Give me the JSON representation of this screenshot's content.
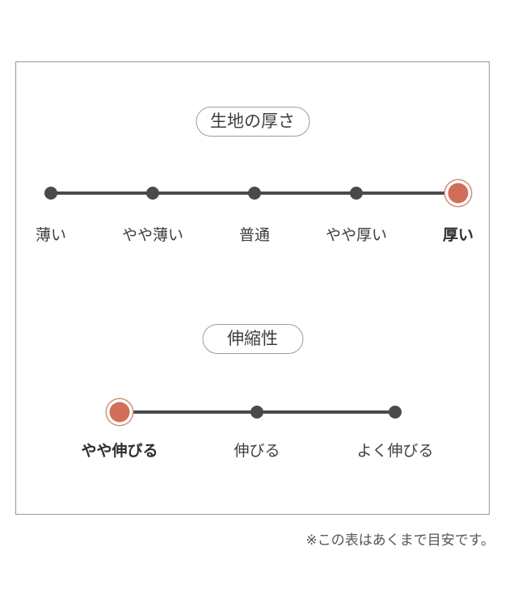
{
  "note": "※この表はあくまで目安です。",
  "colors": {
    "accent_dot": "#d26e58",
    "accent_ring": "#cf8f7c",
    "inactive_dot": "#4a4a4a",
    "line": "#4a4a4a",
    "text": "#3e3e3e",
    "panel_border": "#979797",
    "pill_border": "#9c9c9c",
    "note_text": "#565656"
  },
  "sections": [
    {
      "title": "生地の厚さ",
      "options": [
        {
          "label": "薄い",
          "selected": false
        },
        {
          "label": "やや薄い",
          "selected": false
        },
        {
          "label": "普通",
          "selected": false
        },
        {
          "label": "やや厚い",
          "selected": false
        },
        {
          "label": "厚い",
          "selected": true
        }
      ],
      "selected": "厚い",
      "selected_index": 4
    },
    {
      "title": "伸縮性",
      "options": [
        {
          "label": "やや伸びる",
          "selected": true
        },
        {
          "label": "伸びる",
          "selected": false
        },
        {
          "label": "よく伸びる",
          "selected": false
        }
      ],
      "selected": "やや伸びる",
      "selected_index": 0
    }
  ],
  "chart_data": [
    {
      "type": "line",
      "title": "生地の厚さ",
      "categories": [
        "薄い",
        "やや薄い",
        "普通",
        "やや厚い",
        "厚い"
      ],
      "values": [
        0,
        0,
        0,
        0,
        1
      ],
      "selected": "厚い",
      "selected_index": 4,
      "scale_points": 5,
      "legend": "none",
      "annotation": "selected point marked with orange dot and ring"
    },
    {
      "type": "line",
      "title": "伸縮性",
      "categories": [
        "やや伸びる",
        "伸びる",
        "よく伸びる"
      ],
      "values": [
        1,
        0,
        0
      ],
      "selected": "やや伸びる",
      "selected_index": 0,
      "scale_points": 3,
      "legend": "none",
      "annotation": "selected point marked with orange dot and ring"
    }
  ]
}
